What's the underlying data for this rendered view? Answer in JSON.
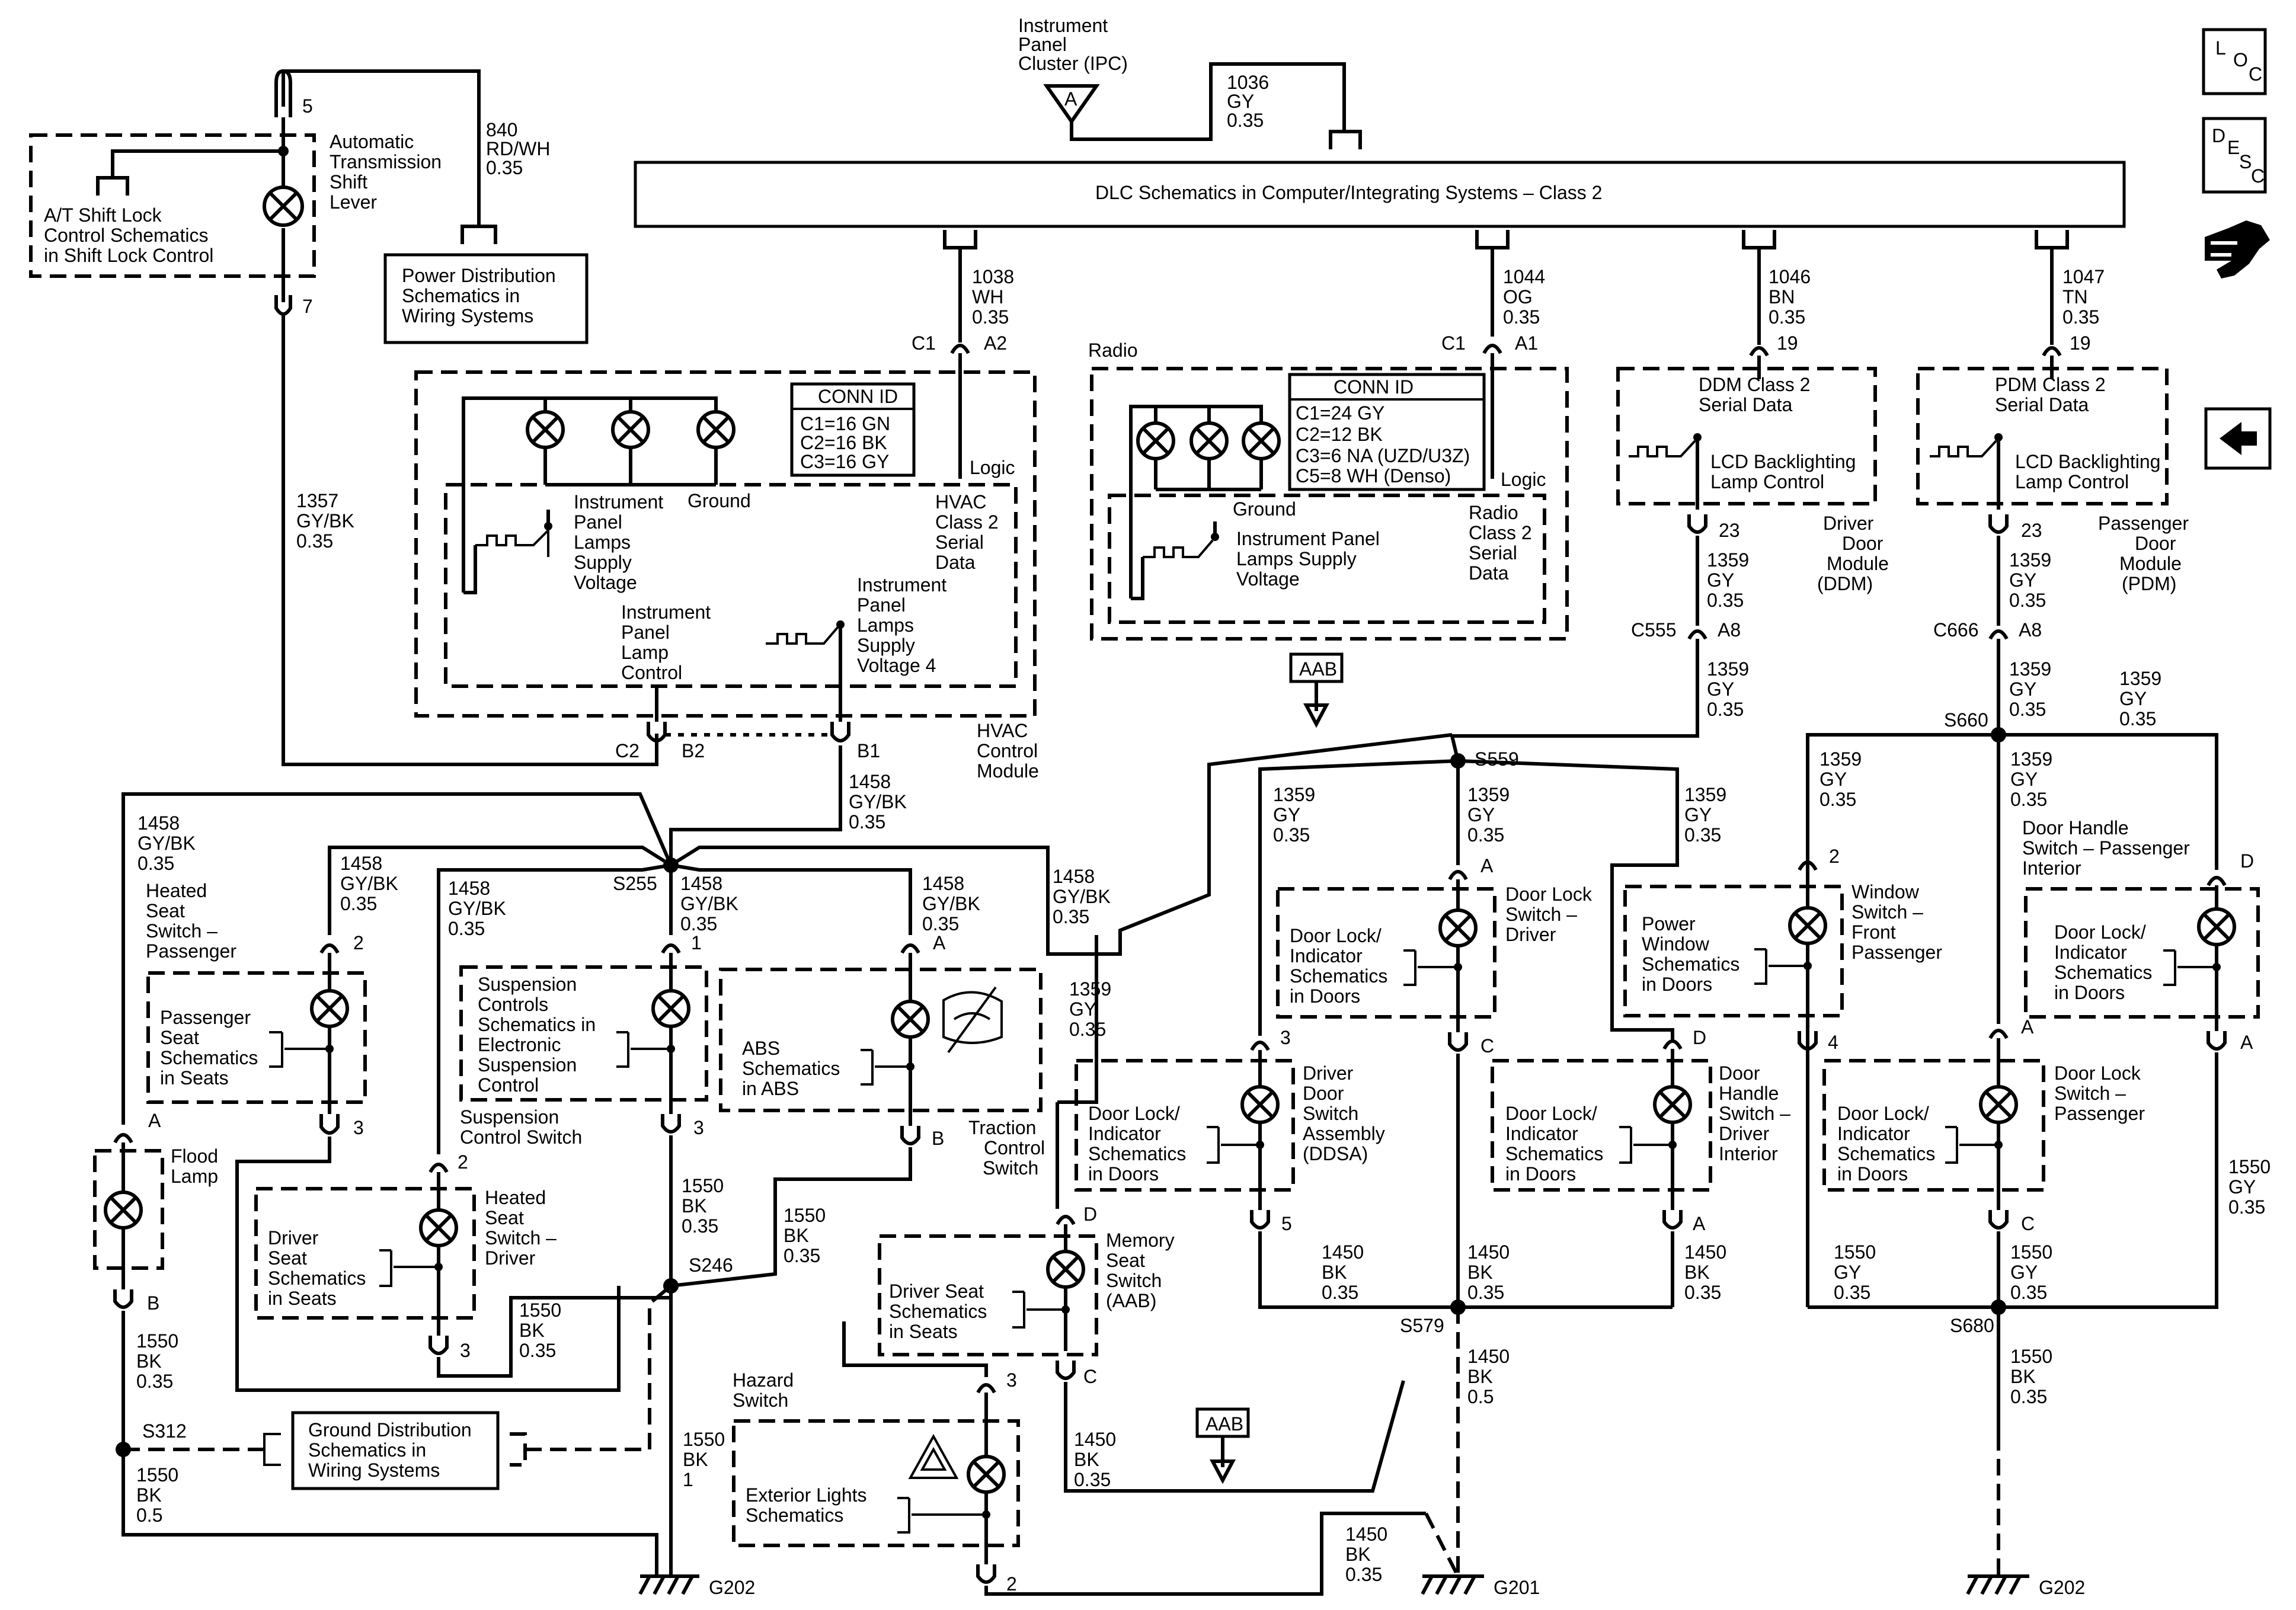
{
  "nav": {
    "loc": [
      "L",
      "O",
      "C"
    ],
    "desc": [
      "D",
      "E",
      "S",
      "C"
    ],
    "connector_icon": "connector-plug-icon",
    "back_icon": "left-arrow-icon"
  },
  "ipc": {
    "label": [
      "Instrument",
      "Panel",
      "Cluster (IPC)"
    ],
    "terminal": "A",
    "wire": [
      "1036",
      "GY",
      "0.35"
    ]
  },
  "dlc": {
    "label": "DLC Schematics in Computer/Integrating Systems – Class 2"
  },
  "shift": {
    "pin_top": "5",
    "pin_bottom": "7",
    "label": [
      "Automatic",
      "Transmission",
      "Shift",
      "Lever"
    ],
    "shift_lock": [
      "A/T Shift Lock",
      "Control Schematics",
      "in Shift Lock Control"
    ],
    "power_wire": [
      "840",
      "RD/WH",
      "0.35"
    ],
    "power_dist": [
      "Power Distribution",
      "Schematics in",
      "Wiring Systems"
    ],
    "wire_1357": [
      "1357",
      "GY/BK",
      "0.35"
    ]
  },
  "hvac": {
    "wire": [
      "1038",
      "WH",
      "0.35"
    ],
    "c1": "C1",
    "a2": "A2",
    "conn_title": "CONN ID",
    "conn": [
      "C1=16 GN",
      "C2=16 BK",
      "C3=16 GY"
    ],
    "logic": "Logic",
    "ground": "Ground",
    "ip_lamps": [
      "Instrument",
      "Panel",
      "Lamps",
      "Supply",
      "Voltage"
    ],
    "serial": [
      "HVAC",
      "Class 2",
      "Serial",
      "Data"
    ],
    "lamp_control": [
      "Instrument",
      "Panel",
      "Lamp",
      "Control"
    ],
    "supply4": [
      "Instrument",
      "Panel",
      "Lamps",
      "Supply",
      "Voltage 4"
    ],
    "c2": "C2",
    "b2": "B2",
    "b1": "B1",
    "module": [
      "HVAC",
      "Control",
      "Module"
    ],
    "wire_1458": [
      "1458",
      "GY/BK",
      "0.35"
    ]
  },
  "radio": {
    "wire": [
      "1044",
      "OG",
      "0.35"
    ],
    "c1": "C1",
    "a1": "A1",
    "title": "Radio",
    "conn_title": "CONN ID",
    "conn": [
      "C1=24 GY",
      "C2=12 BK",
      "C3=6 NA (UZD/U3Z)",
      "C5=8 WH (Denso)"
    ],
    "logic": "Logic",
    "ground": "Ground",
    "ip_lamps": [
      "Instrument Panel",
      "Lamps Supply",
      "Voltage"
    ],
    "serial": [
      "Radio",
      "Class 2",
      "Serial",
      "Data"
    ],
    "aab": "AAB"
  },
  "ddm": {
    "wire": [
      "1046",
      "BN",
      "0.35"
    ],
    "pin": "19",
    "serial": [
      "DDM Class 2",
      "Serial Data"
    ],
    "lcd": [
      "LCD Backlighting",
      "Lamp Control"
    ],
    "pin2": "23",
    "module": [
      "Driver",
      "Door",
      "Module",
      "(DDM)"
    ],
    "wire2": [
      "1359",
      "GY",
      "0.35"
    ],
    "conn": "C555",
    "conn_pin": "A8",
    "wire3": [
      "1359",
      "GY",
      "0.35"
    ]
  },
  "pdm": {
    "wire": [
      "1047",
      "TN",
      "0.35"
    ],
    "pin": "19",
    "serial": [
      "PDM Class 2",
      "Serial Data"
    ],
    "lcd": [
      "LCD Backlighting",
      "Lamp Control"
    ],
    "pin2": "23",
    "module": [
      "Passenger",
      "Door",
      "Module",
      "(PDM)"
    ],
    "wire2": [
      "1359",
      "GY",
      "0.35"
    ],
    "conn": "C666",
    "conn_pin": "A8",
    "wire3": [
      "1359",
      "GY",
      "0.35"
    ],
    "wire4": [
      "1359",
      "GY",
      "0.35"
    ]
  },
  "splices": {
    "s255": "S255",
    "s246": "S246",
    "s312": "S312",
    "s559": "S559",
    "s579": "S579",
    "s660": "S660",
    "s680": "S680"
  },
  "left": {
    "wire_1458_a": [
      "1458",
      "GY/BK",
      "0.35"
    ],
    "wire_1458_b": [
      "1458",
      "GY/BK",
      "0.35"
    ],
    "hs_pass": [
      "Heated",
      "Seat",
      "Switch –",
      "Passenger"
    ],
    "hs_pass_pin_top": "2",
    "hs_pass_pin_bot": "3",
    "pass_seat": [
      "Passenger",
      "Seat",
      "Schematics",
      "in Seats"
    ],
    "flood": [
      "Flood",
      "Lamp"
    ],
    "flood_a": "A",
    "flood_b": "B",
    "wire_1550_a": [
      "1550",
      "BK",
      "0.35"
    ],
    "wire_1550_b": [
      "1550",
      "BK",
      "0.5"
    ],
    "ground_dist": [
      "Ground Distribution",
      "Schematics in",
      "Wiring Systems"
    ],
    "wire_1458_c": [
      "1458",
      "GY/BK",
      "0.35"
    ],
    "hs_drv": [
      "Heated",
      "Seat",
      "Switch –",
      "Driver"
    ],
    "hs_drv_pin_top": "2",
    "hs_drv_pin_bot": "3",
    "drv_seat": [
      "Driver",
      "Seat",
      "Schematics",
      "in Seats"
    ],
    "wire_1550_c": [
      "1550",
      "BK",
      "0.35"
    ],
    "wire_1458_d": [
      "1458",
      "GY/BK",
      "0.35"
    ],
    "susp": [
      "Suspension",
      "Controls",
      "Schematics in",
      "Electronic",
      "Suspension",
      "Control"
    ],
    "susp_pin_top": "1",
    "susp_pin_bot": "3",
    "susp_switch": [
      "Suspension",
      "Control Switch"
    ],
    "wire_1550_d": [
      "1550",
      "BK",
      "0.35"
    ],
    "wire_1550_e": [
      "1550",
      "BK",
      "1"
    ],
    "wire_1458_e": [
      "1458",
      "GY/BK",
      "0.35"
    ],
    "abs": [
      "ABS",
      "Schematics",
      "in ABS"
    ],
    "abs_pin_top": "A",
    "abs_pin_bot": "B",
    "traction": [
      "Traction",
      "Control",
      "Switch"
    ],
    "wire_1550_f": [
      "1550",
      "BK",
      "0.35"
    ],
    "wire_1458_f": [
      "1458",
      "GY/BK",
      "0.35"
    ],
    "g202": "G202"
  },
  "middle": {
    "wire_1359_m": [
      "1359",
      "GY",
      "0.35"
    ],
    "memory": [
      "Memory",
      "Seat",
      "Switch",
      "(AAB)"
    ],
    "memory_pin_top": "D",
    "memory_pin_bot": "C",
    "drv_seat": [
      "Driver Seat",
      "Schematics",
      "in Seats"
    ],
    "hazard": [
      "Hazard",
      "Switch"
    ],
    "hazard_pin_top": "3",
    "hazard_pin_bot": "2",
    "ext_lights": [
      "Exterior Lights",
      "Schematics"
    ],
    "wire_1450_a": [
      "1450",
      "BK",
      "0.35"
    ],
    "aab": "AAB",
    "wire_1450_b": [
      "1450",
      "BK",
      "0.35"
    ],
    "g201": "G201"
  },
  "driver_side": {
    "wire_a": [
      "1359",
      "GY",
      "0.35"
    ],
    "wire_b": [
      "1359",
      "GY",
      "0.35"
    ],
    "wire_c": [
      "1359",
      "GY",
      "0.35"
    ],
    "ddsa": [
      "Driver",
      "Door",
      "Switch",
      "Assembly",
      "(DDSA)"
    ],
    "ddsa_pin_top": "3",
    "ddsa_pin_bot": "5",
    "ddsa_lock": [
      "Door Lock/",
      "Indicator",
      "Schematics",
      "in Doors"
    ],
    "lock_drv": [
      "Door Lock",
      "Switch –",
      "Driver"
    ],
    "lock_drv_pin_top": "A",
    "lock_drv_pin_bot": "C",
    "lock_drv_sch": [
      "Door Lock/",
      "Indicator",
      "Schematics",
      "in Doors"
    ],
    "handle_drv": [
      "Door",
      "Handle",
      "Switch –",
      "Driver",
      "Interior"
    ],
    "handle_drv_pin_top": "D",
    "handle_drv_pin_bot": "A",
    "handle_drv_sch": [
      "Door Lock/",
      "Indicator",
      "Schematics",
      "in Doors"
    ],
    "wire_1450_a": [
      "1450",
      "BK",
      "0.35"
    ],
    "wire_1450_b": [
      "1450",
      "BK",
      "0.35"
    ],
    "wire_1450_c": [
      "1450",
      "BK",
      "0.35"
    ],
    "wire_1450_d": [
      "1450",
      "BK",
      "0.5"
    ]
  },
  "pass_side": {
    "wire_a": [
      "1359",
      "GY",
      "0.35"
    ],
    "wire_b": [
      "1359",
      "GY",
      "0.35"
    ],
    "window": [
      "Window",
      "Switch –",
      "Front",
      "Passenger"
    ],
    "window_pin_top": "2",
    "window_pin_bot": "4",
    "power_window": [
      "Power",
      "Window",
      "Schematics",
      "in Doors"
    ],
    "handle_pass": [
      "Door Handle",
      "Switch – Passenger",
      "Interior"
    ],
    "handle_pass_pin_top": "D",
    "handle_pass_pin_bot": "A",
    "handle_pass_sch": [
      "Door Lock/",
      "Indicator",
      "Schematics",
      "in Doors"
    ],
    "lock_pass": [
      "Door Lock",
      "Switch –",
      "Passenger"
    ],
    "lock_pass_pin_top": "A",
    "lock_pass_pin_bot": "C",
    "lock_pass_sch": [
      "Door Lock/",
      "Indicator",
      "Schematics",
      "in Doors"
    ],
    "wire_1550_a": [
      "1550",
      "GY",
      "0.35"
    ],
    "wire_1550_b": [
      "1550",
      "GY",
      "0.35"
    ],
    "wire_1550_c": [
      "1550",
      "GY",
      "0.35"
    ],
    "wire_1550_d": [
      "1550",
      "BK",
      "0.35"
    ],
    "g202": "G202"
  }
}
